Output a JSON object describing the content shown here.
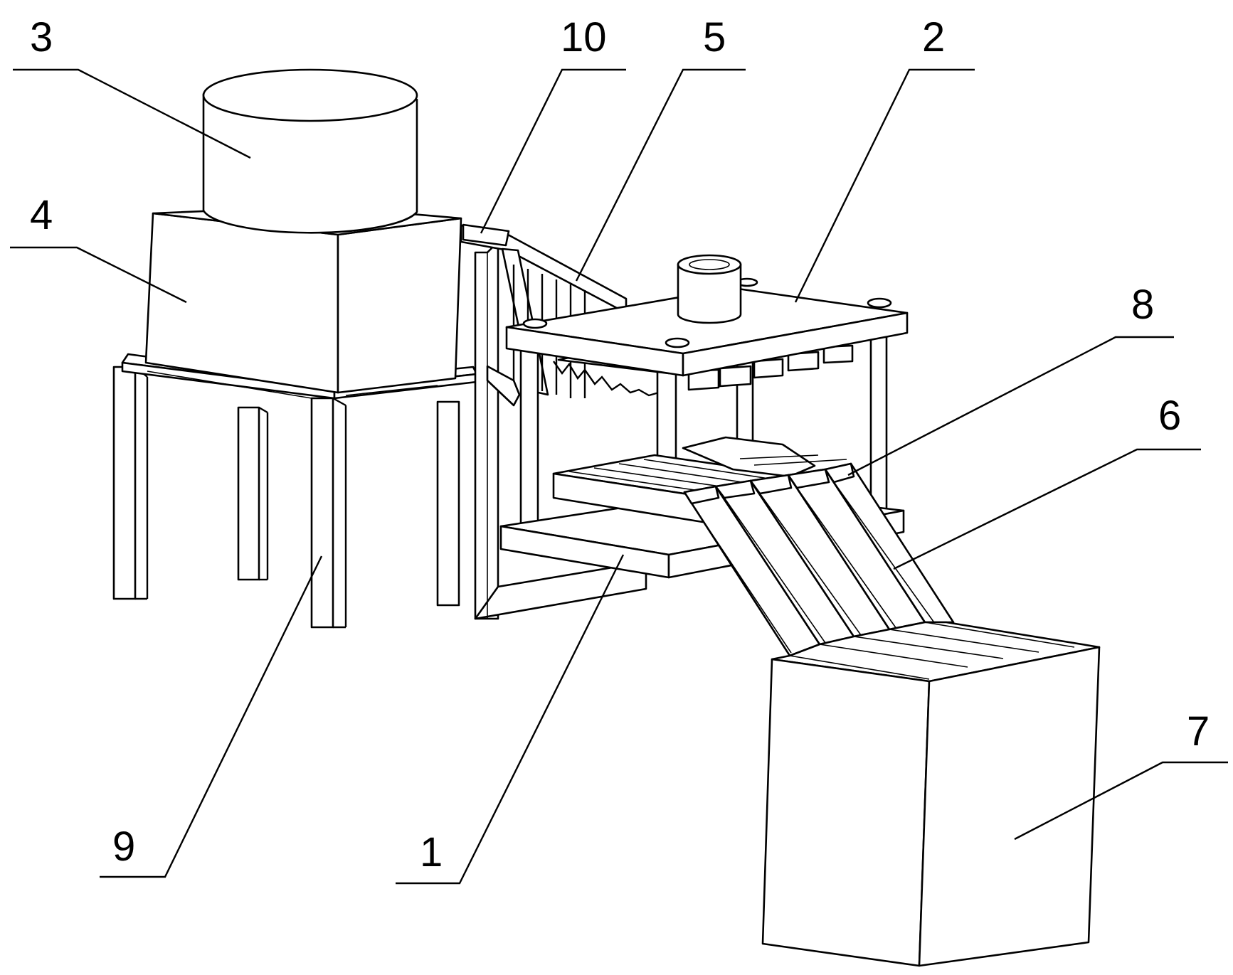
{
  "callouts": [
    {
      "id": "3",
      "text": "3"
    },
    {
      "id": "4",
      "text": "4"
    },
    {
      "id": "10",
      "text": "10"
    },
    {
      "id": "5",
      "text": "5"
    },
    {
      "id": "2",
      "text": "2"
    },
    {
      "id": "8",
      "text": "8"
    },
    {
      "id": "6",
      "text": "6"
    },
    {
      "id": "7",
      "text": "7"
    },
    {
      "id": "9",
      "text": "9"
    },
    {
      "id": "1",
      "text": "1"
    }
  ],
  "colors": {
    "ink": "#000000",
    "paper": "#ffffff"
  }
}
